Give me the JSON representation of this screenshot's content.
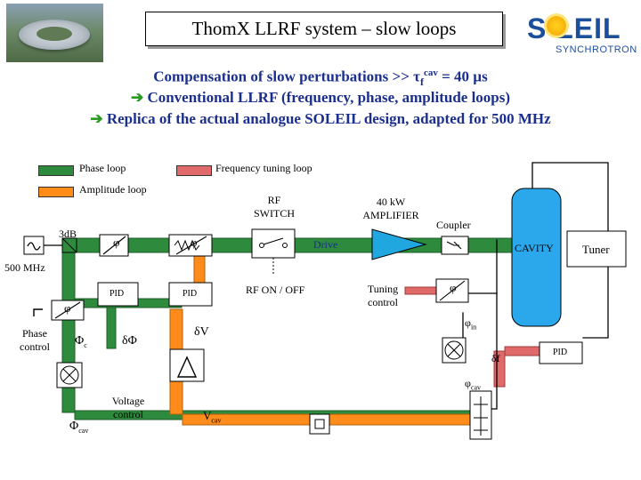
{
  "header": {
    "title": "ThomX LLRF system – slow loops",
    "logo_word": "S  LEIL",
    "logo_sub": "SYNCHROTRON"
  },
  "intro": {
    "line1_prefix": "Compensation of slow perturbations >> τ",
    "line1_sub": "f",
    "line1_sup": "cav",
    "line1_suffix": " = 40 µs",
    "line2": "Conventional LLRF (frequency, phase, amplitude loops)",
    "line3": "Replica of the actual analogue SOLEIL design, adapted for 500 MHz",
    "arrow_glyph": "➔"
  },
  "legend": {
    "phase_loop": "Phase loop",
    "frequency_tuning_loop": "Frequency tuning loop",
    "amplitude_loop": "Amplitude loop"
  },
  "diagram": {
    "rf_switch_l1": "RF",
    "rf_switch_l2": "SWITCH",
    "amp_l1": "40 kW",
    "amp_l2": "AMPLIFIER",
    "coupler": "Coupler",
    "cavity": "CAVITY",
    "tuner": "Tuner",
    "drive": "Drive",
    "hybrid": "3dB",
    "source_freq": "500 MHz",
    "pid": "PID",
    "rf_on_off": "RF ON / OFF",
    "tuning_l1": "Tuning",
    "tuning_l2": "control",
    "phi_in": "φ",
    "phi_in_sub": "in",
    "phi_cav": "φ",
    "phi_cav_sub": "cav",
    "delta_f": "δf",
    "delta_v": "δV",
    "delta_phi": "δΦ",
    "phi_c": "Φ",
    "phi_c_sub": "c",
    "phi_cav_big": "Φ",
    "phi_cav_big_sub": "cav",
    "phase_control_l1": "Phase",
    "phase_control_l2": "control",
    "voltage_control_l1": "Voltage",
    "voltage_control_l2": "control",
    "v_cav": "V",
    "v_cav_sub": "cav",
    "phase_shifter_glyph": "φ"
  },
  "colors": {
    "phase_loop": "#2e8b3e",
    "frequency_loop": "#e06a6a",
    "amplitude_loop": "#ff8c1a",
    "block_fill": "#ffffff",
    "hybrid_fill": "#2e8b3e",
    "amplifier_fill": "#21a7e0",
    "cavity_fill": "#2ba7ec",
    "title_text": "#1a2f8e"
  }
}
